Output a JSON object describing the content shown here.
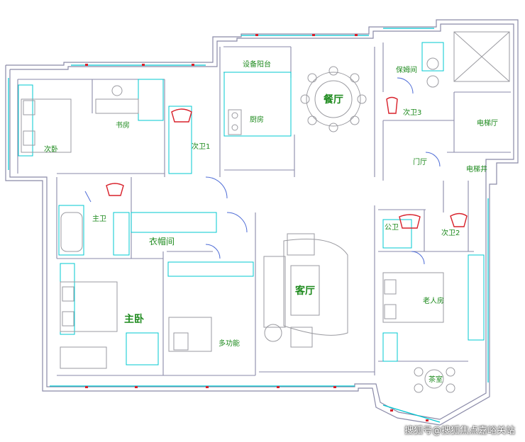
{
  "rooms": {
    "equipment_balcony": "设备阳台",
    "dining": "餐厅",
    "nanny_room": "保姆间",
    "study": "书房",
    "second_bedroom": "次卧",
    "kitchen": "厨房",
    "second_bath_1": "次卫1",
    "second_bath_3": "次卫3",
    "elevator_hall": "电梯厅",
    "foyer": "门厅",
    "elevator_shaft": "电梯井",
    "master_bath": "主卫",
    "cloakroom": "衣帽间",
    "public_bath": "公卫",
    "second_bath_2": "次卫2",
    "living": "客厅",
    "elder_room": "老人房",
    "master_bedroom": "主卧",
    "multi_function": "多功能",
    "tea_room": "茶室"
  },
  "watermark": "搜狐号@搜狐焦点嘉峪关站",
  "colors": {
    "wall": "#8a8aa8",
    "fixture": "#00c8d2",
    "label": "#1d8a1d",
    "door": "#4d6bd6",
    "red_fixture": "#d8202a",
    "furniture": "#9a9aa0"
  }
}
